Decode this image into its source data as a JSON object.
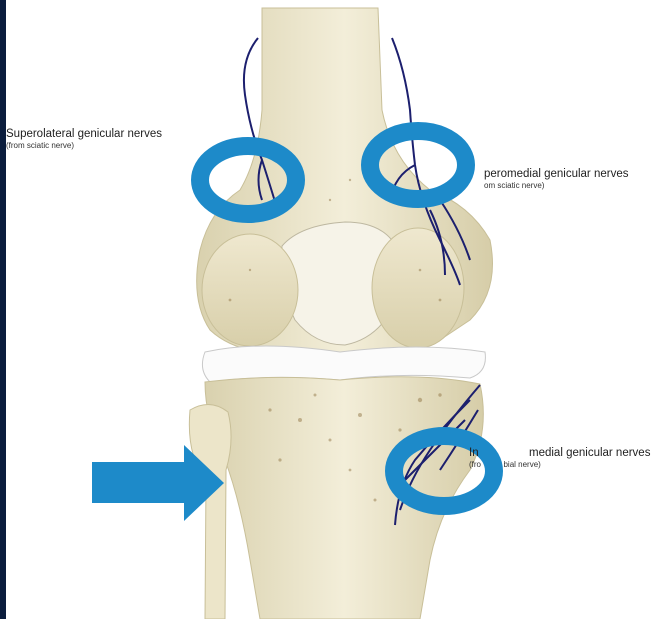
{
  "labels": {
    "superolateral": {
      "title": "Superolateral genicular nerves",
      "sub": "(from sciatic nerve)"
    },
    "superomedial": {
      "title": "peromedial genicular nerves",
      "sub": "om sciatic nerve)"
    },
    "inferomedial_prefix": "In",
    "inferomedial": {
      "title": "medial genicular nerves",
      "sub_prefix": "(fro",
      "sub": "bial nerve)"
    }
  },
  "colors": {
    "background": "#0b1d3d",
    "ring": "#1d8ac9",
    "arrow": "#1d8ac9",
    "bone": "#efe8cf",
    "nerve": "#1c1f6e"
  },
  "markers": {
    "rings": [
      "superolateral-ring",
      "superomedial-ring",
      "inferomedial-ring"
    ],
    "arrow": "right-arrow-icon"
  }
}
